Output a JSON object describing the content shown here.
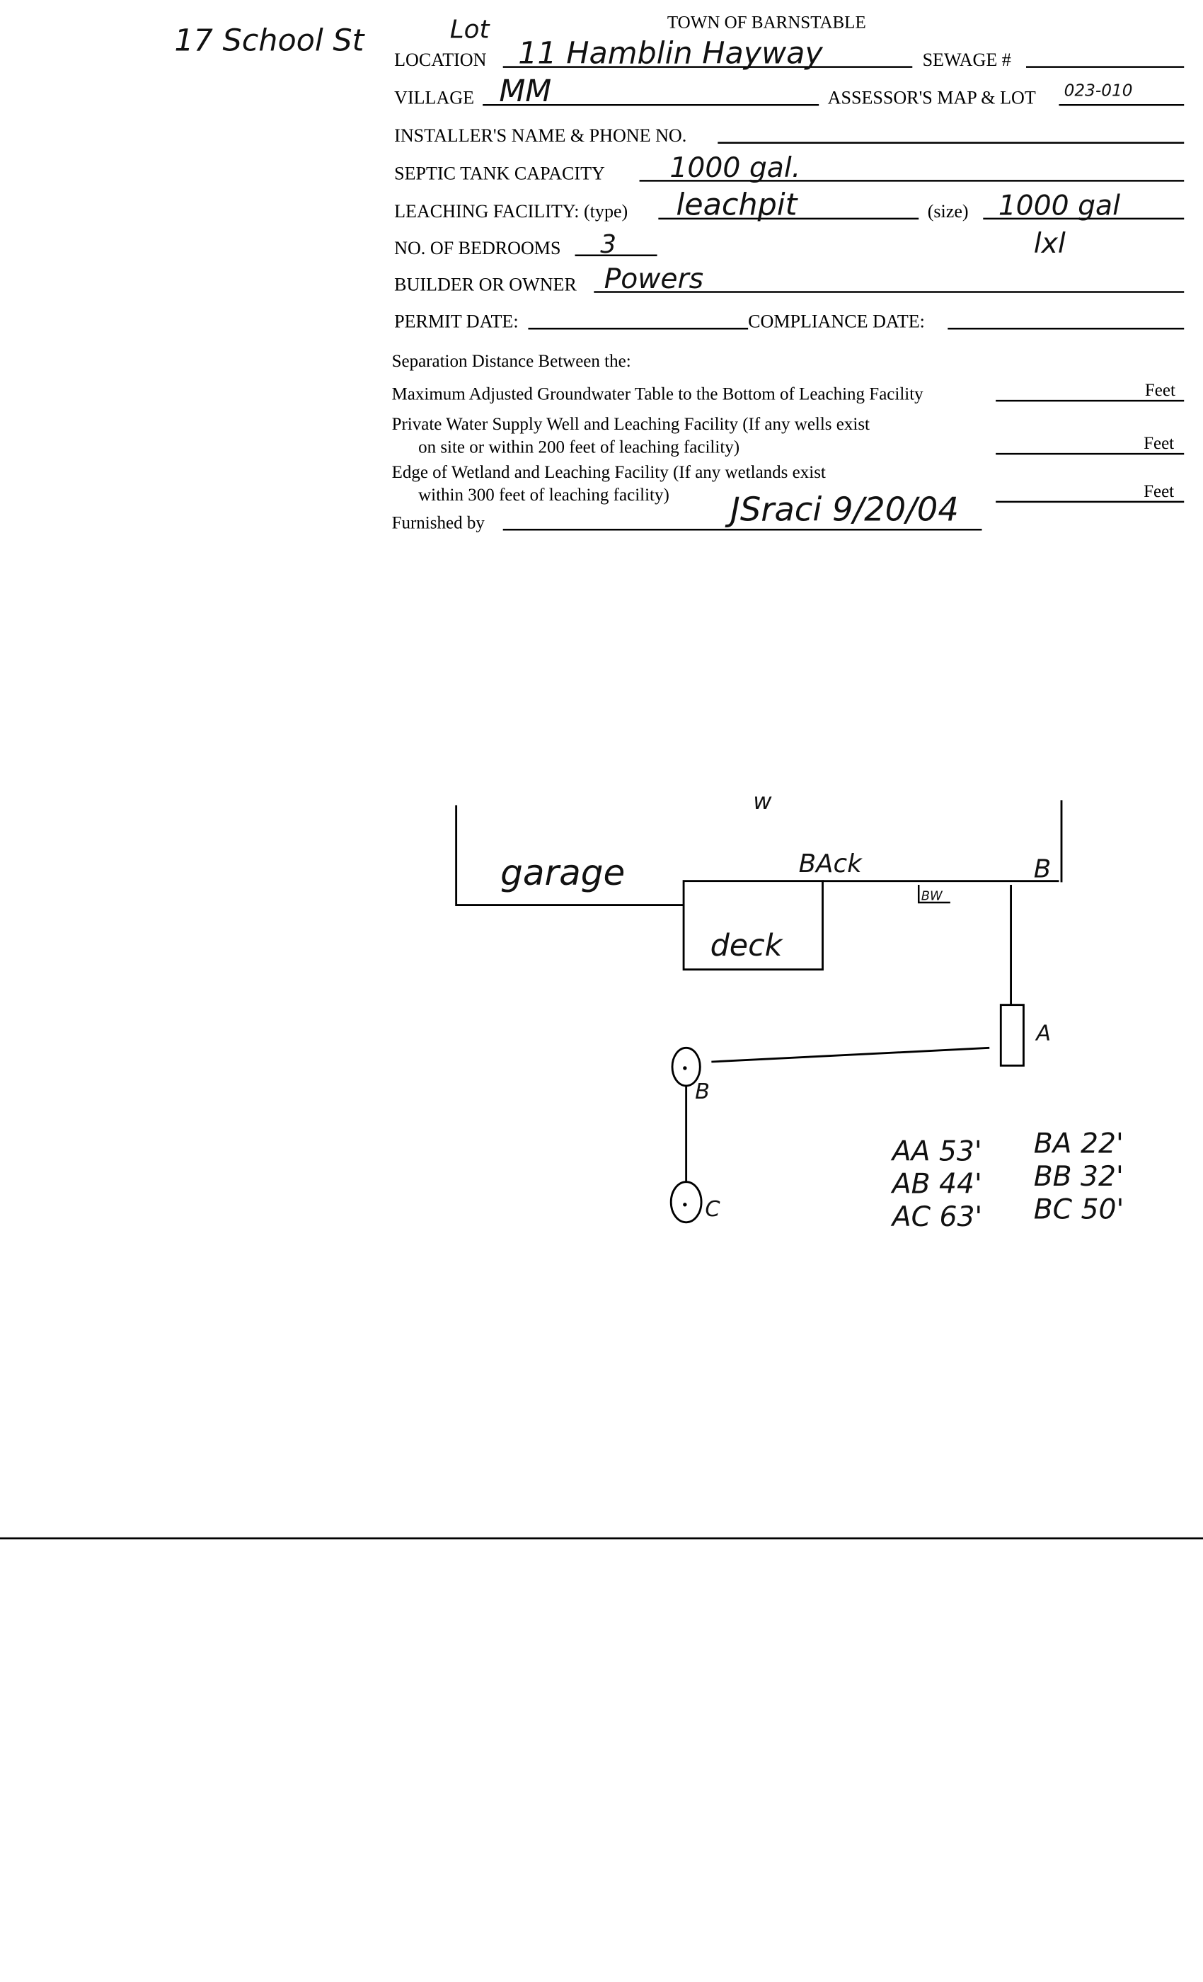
{
  "header": {
    "title": "TOWN OF BARNSTABLE",
    "margin_note_address": "17 School St",
    "margin_note_lot": "Lot"
  },
  "form": {
    "location": {
      "label": "LOCATION",
      "value": "11 Hamblin Hayway"
    },
    "sewage": {
      "label": "SEWAGE #",
      "value": ""
    },
    "village": {
      "label": "VILLAGE",
      "value": "MM"
    },
    "map_lot": {
      "label": "ASSESSOR'S MAP & LOT",
      "value": "023-010"
    },
    "installer": {
      "label": "INSTALLER'S NAME & PHONE NO.",
      "value": ""
    },
    "septic_tank": {
      "label": "SEPTIC TANK CAPACITY",
      "value": "1000 gal."
    },
    "leaching_type": {
      "label": "LEACHING FACILITY: (type)",
      "value": "leachpit"
    },
    "leaching_size": {
      "label": "(size)",
      "value": "1000 gal",
      "extra": "lxl"
    },
    "bedrooms": {
      "label": "NO. OF BEDROOMS",
      "value": "3"
    },
    "builder": {
      "label": "BUILDER OR OWNER",
      "value": "Powers"
    },
    "permit_date": {
      "label": "PERMIT DATE:",
      "value": ""
    },
    "compliance_date": {
      "label": "COMPLIANCE DATE:",
      "value": ""
    }
  },
  "separation": {
    "heading": "Separation Distance Between the:",
    "rows": [
      {
        "line1": "Maximum Adjusted Groundwater Table to the Bottom of Leaching Facility",
        "line2": "",
        "unit": "Feet"
      },
      {
        "line1": "Private Water Supply Well and Leaching Facility  (If any wells exist",
        "line2": "on site or within 200 feet of leaching facility)",
        "unit": "Feet"
      },
      {
        "line1": "Edge of Wetland and Leaching Facility (If any wetlands exist",
        "line2": "within 300 feet of leaching facility)",
        "unit": "Feet"
      }
    ],
    "furnished_label": "Furnished by",
    "furnished_value": "JSraci 9/20/04"
  },
  "sketch": {
    "north": "w",
    "garage": "garage",
    "deck": "deck",
    "back": "BAck",
    "b_corner": "B",
    "bw": "BW",
    "tank_label": "A",
    "pit_b_label": "B",
    "pit_c_label": "C",
    "ties": [
      {
        "left": "AA 53'",
        "right": "BA 22'"
      },
      {
        "left": "AB 44'",
        "right": "BB 32'"
      },
      {
        "left": "AC 63'",
        "right": "BC 50'"
      }
    ]
  }
}
